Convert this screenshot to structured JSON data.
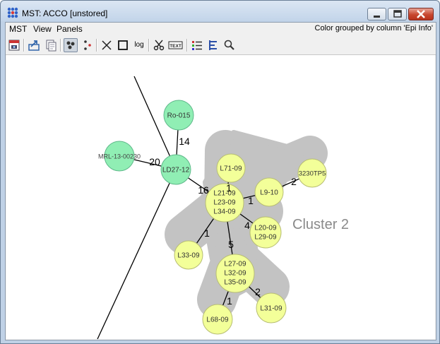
{
  "window": {
    "title": "MST: ACCO [unstored]"
  },
  "menu": {
    "items": [
      "MST",
      "View",
      "Panels"
    ],
    "info": "Color grouped by column 'Epi Info'"
  },
  "toolbar": {
    "log_label": "log",
    "text_label": "TEXT"
  },
  "colors": {
    "green_node": "#90eeb4",
    "green_stroke": "#5fb98a",
    "yellow_node": "#f3ff99",
    "yellow_stroke": "#b7bd73",
    "cluster_hull": "#c3c3c3"
  },
  "graph": {
    "cluster_label": "Cluster 2",
    "nodes": {
      "ro015": "Ro-015",
      "mrl": "MRL-13-00230",
      "ld27": "LD27-12",
      "l71": "L71-09",
      "l910": "L9-10",
      "p3230": "3230TP5",
      "c1": [
        "L21-09",
        "L23-09",
        "L34-09"
      ],
      "l20": [
        "L20-09",
        "L29-09"
      ],
      "l33": "L33-09",
      "c2": [
        "L27-09",
        "L32-09",
        "L35-09"
      ],
      "l31": "L31-09",
      "l68": "L68-09"
    },
    "edge_labels": {
      "ro_ld": "14",
      "mrl_ld": "20",
      "ld_c1": "16",
      "c1_l71": "1",
      "c1_l910": "1",
      "l910_3230": "2",
      "c1_l20": "4",
      "c1_l33": "1",
      "c1_c2": "5",
      "c2_l31": "2",
      "c2_l68": "1"
    }
  }
}
